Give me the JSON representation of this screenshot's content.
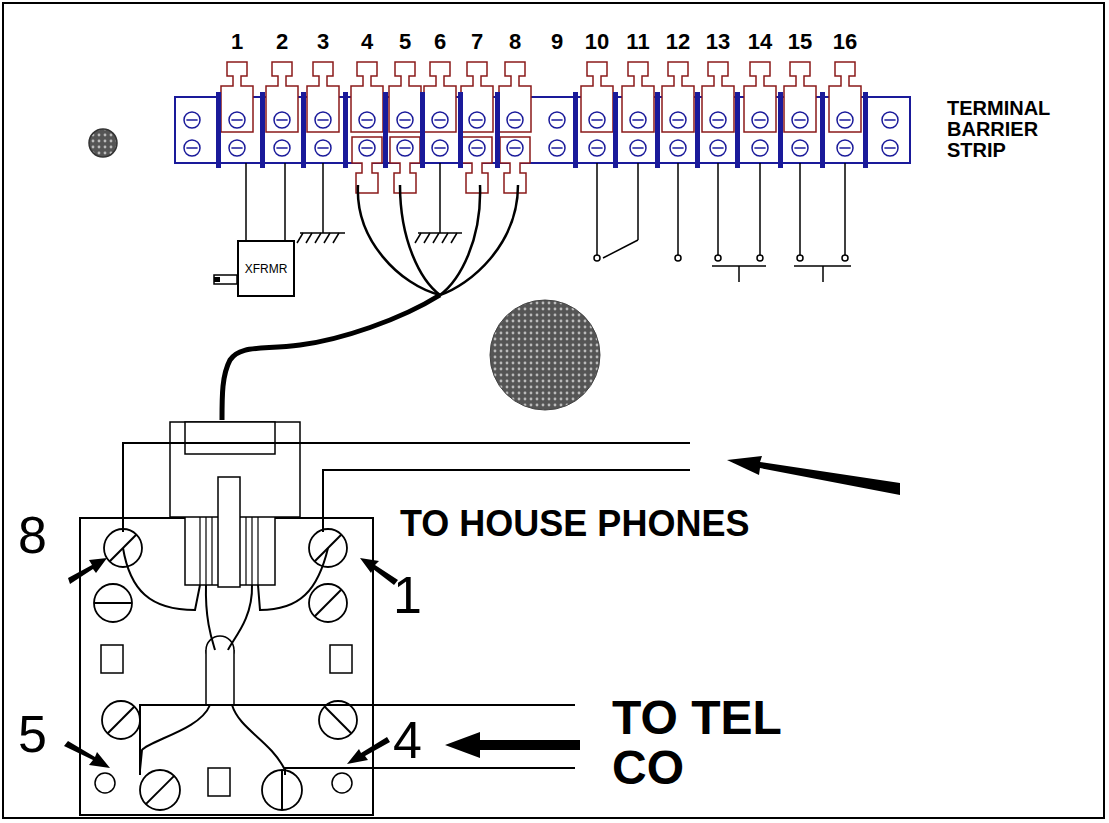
{
  "diagram": {
    "nodes": [
      {
        "text": [
          "XFRMR"
        ]
      }
    ],
    "labels": [
      "1",
      "2",
      "3",
      "4",
      "5",
      "6",
      "7",
      "8",
      "9",
      "10",
      "11",
      "12",
      "13",
      "14",
      "15",
      "16",
      "TERMINAL BARRIER STRIP",
      "TO  HOUSE PHONES",
      "TO TEL CO",
      "8",
      "1",
      "5",
      "4"
    ]
  }
}
